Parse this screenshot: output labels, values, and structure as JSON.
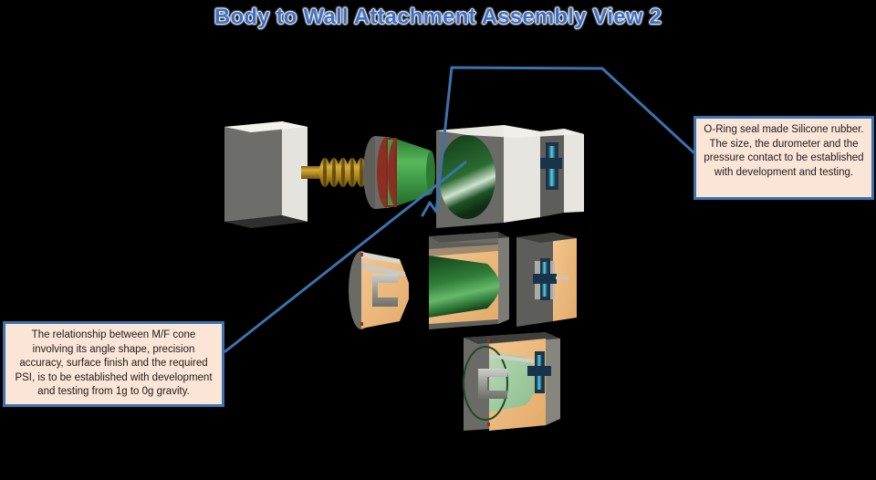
{
  "title": "Body to Wall Attachment Assembly View 2",
  "background_color": "#000000",
  "title_color": "#3f6fc4",
  "callouts": {
    "right": {
      "text": "O-Ring seal made Silicone rubber. The size, the durometer and the pressure contact to be established with development and testing.",
      "background": "#fbe5d6",
      "border_color": "#3c72ad"
    },
    "left": {
      "text": "The relationship between M/F cone involving its angle shape, precision accuracy, surface finish and the required PSI, is to be established with development and testing from 1g to 0g gravity.",
      "background": "#fbe5d6",
      "border_color": "#3c72ad"
    }
  },
  "leader_line_color": "#3c72ad",
  "parts": {
    "wall_block": {
      "label": "wall-block",
      "face_color": "#6a6a68",
      "side_color": "#e3e2dc"
    },
    "threaded_rod": {
      "label": "threaded-rod",
      "color": "#b08a24"
    },
    "male_cone": {
      "label": "male-cone",
      "color": "#3f9a45",
      "oring_color": "#8b2f24"
    },
    "female_body": {
      "label": "female-body",
      "face_color": "#6a6a68",
      "cavity_color": "#1e5227",
      "side_color": "#e3e2dc"
    },
    "fastener": {
      "label": "blue-fastener",
      "color": "#35c3dd"
    },
    "section_cut_face": {
      "label": "section-cut-face",
      "color": "#efbe82"
    },
    "bracket": {
      "label": "u-bracket",
      "color": "#a9a9a4"
    },
    "assembled_section": {
      "label": "assembled-section",
      "interior_color": "#a7cfa8"
    }
  }
}
